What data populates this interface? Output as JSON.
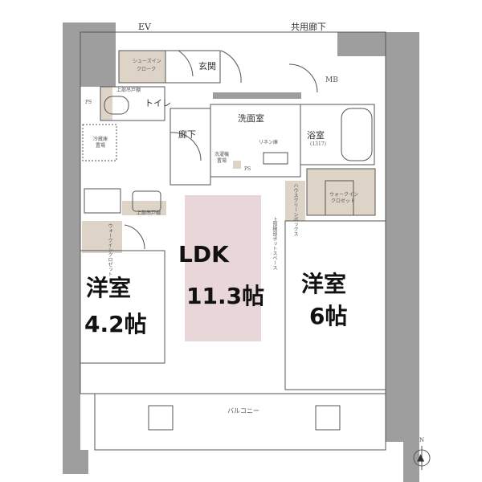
{
  "colors": {
    "wall": "#9e9e9e",
    "storage": "#ddd3c7",
    "ldk_fill": "#e8d6d8",
    "line": "#555555"
  },
  "labels": {
    "ev": "EV",
    "common_corridor": "共用廊下",
    "mb": "MB",
    "entrance": "玄関",
    "shoe_closet_1": "シューズイン",
    "shoe_closet_2": "クローク",
    "upper_cabinet_toilet": "上部吊戸棚",
    "toilet": "トイレ",
    "ps_left": "PS",
    "washroom": "洗面室",
    "linen": "リネン庫",
    "washer_1": "洗濯機",
    "washer_2": "置場",
    "ps_wash": "PS",
    "bathroom": "浴室",
    "bath_size": "(1317)",
    "hallway": "廊下",
    "fridge_1": "冷蔵庫",
    "fridge_2": "置場",
    "upper_cabinet_kitchen": "上部吊戸棚",
    "house_cleaning_box": "ハウスクリーンボックス",
    "pot_space": "上部梯部ポットスペース",
    "wic_right_1": "ウォークイン",
    "wic_right_2": "クロゼット",
    "wic_left": "ウォークインクロゼット",
    "ldk_name": "LDK",
    "ldk_size": "11.3帖",
    "room_right_name": "洋室",
    "room_right_size": "6帖",
    "room_left_name": "洋室",
    "room_left_size": "4.2帖",
    "balcony": "バルコニー",
    "north": "N"
  }
}
